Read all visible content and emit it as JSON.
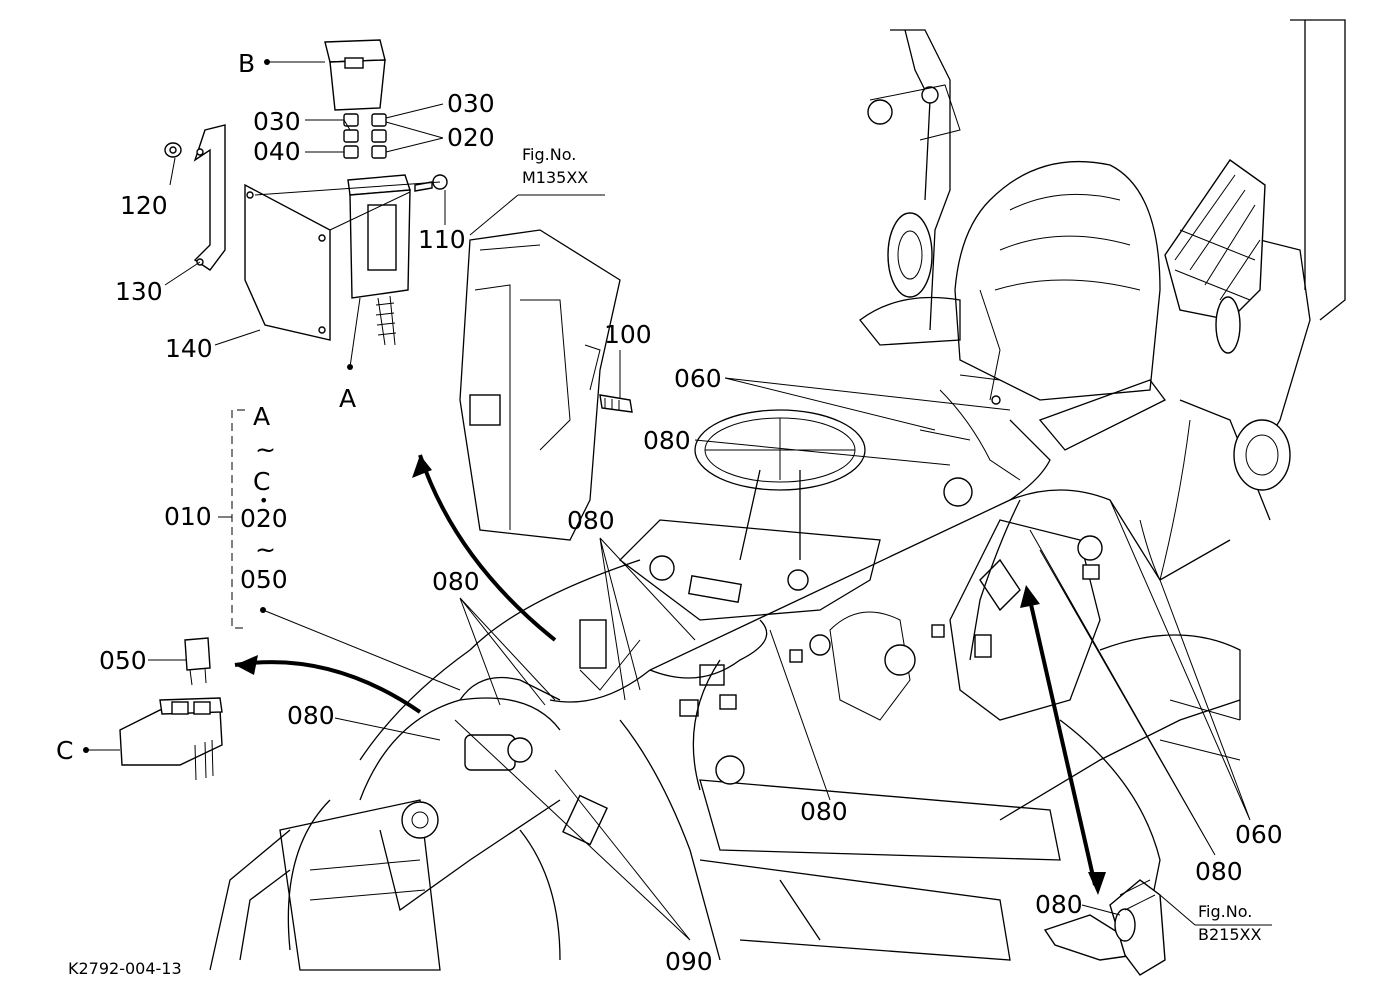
{
  "drawing_number": "K2792-004-13",
  "fig_refs": [
    {
      "line1": "Fig.No.",
      "line2": "M135XX"
    },
    {
      "line1": "Fig.No.",
      "line2": "B215XX"
    }
  ],
  "callouts": {
    "p010": "010",
    "p020": "020",
    "p030": "030",
    "p040": "040",
    "p050": "050",
    "p060": "060",
    "p080": "080",
    "p090": "090",
    "p100": "100",
    "p110": "110",
    "p120": "120",
    "p130": "130",
    "p140": "140"
  },
  "views": {
    "a": "A",
    "b": "B",
    "c": "C"
  },
  "range_bracket": {
    "from": "A",
    "tilde": "~",
    "to": "C",
    "dot": "•",
    "from2": "020",
    "tilde2": "~",
    "to2": "050"
  }
}
